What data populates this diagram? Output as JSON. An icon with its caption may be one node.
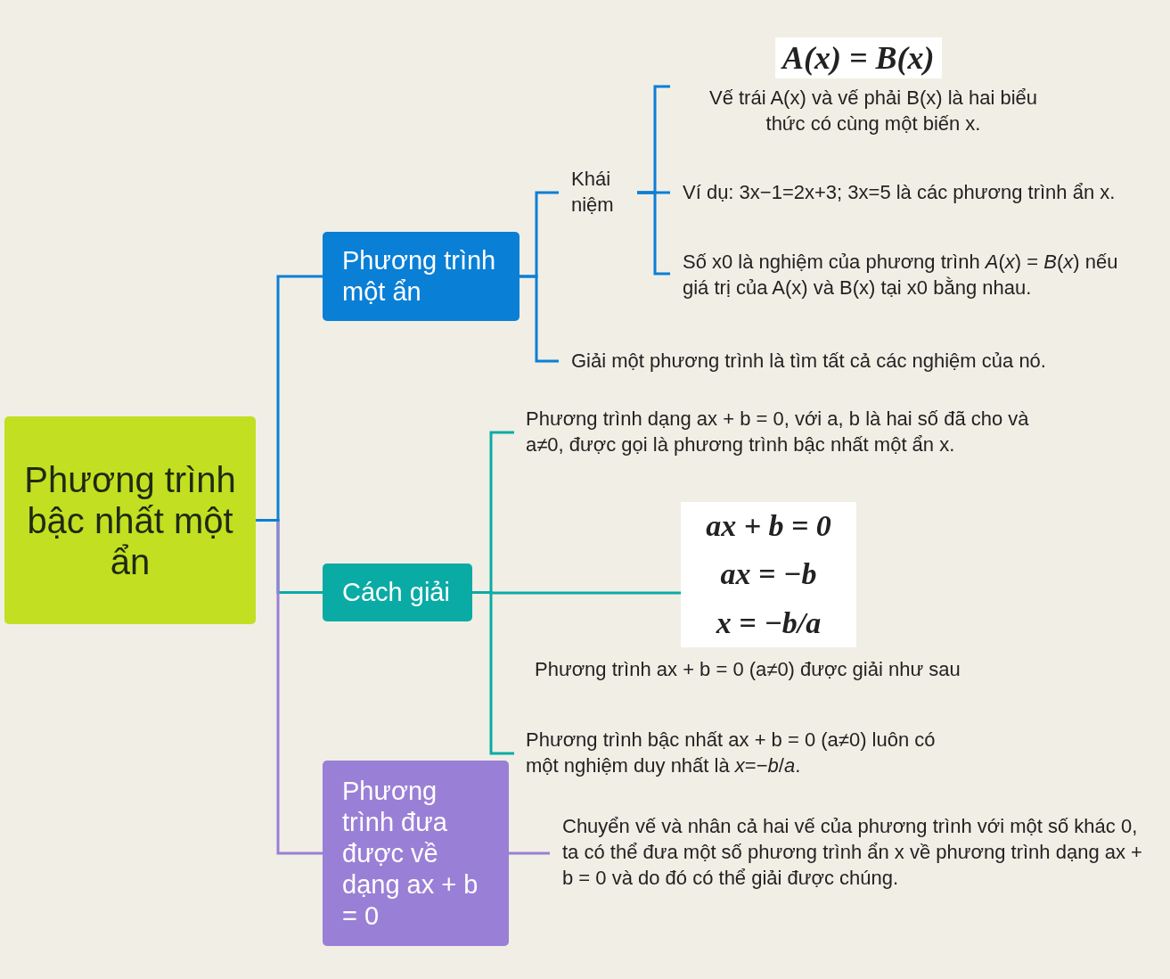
{
  "diagram": {
    "nodes": [
      {
        "text": [
          "Phương trình bậc nhất một ẩn"
        ]
      },
      {
        "text": [
          "Phương trình một ẩn"
        ]
      },
      {
        "text": [
          "Cách giải"
        ]
      },
      {
        "text": [
          "Phương trình đưa được về dạng ax + b = 0"
        ]
      },
      {
        "text": [
          "Khái niệm"
        ]
      },
      {
        "text": [
          "Giải một phương trình là tìm tất cả các nghiệm của nó."
        ]
      },
      {
        "text": [
          "Vế trái A(x) và vế phải B(x) là hai biểu thức có cùng một biến x."
        ]
      },
      {
        "text": [
          "Ví dụ: 3x−1=2x+3; 3x=5 là các phương trình ẩn x."
        ]
      },
      {
        "text": [
          "Số x0 là nghiệm của phương trình *A*(*x*) = *B*(*x*) nếu giá trị của A(x) và B(x) tại x0 bằng nhau."
        ]
      },
      {
        "text": [
          "Phương trình dạng ax + b = 0, với a, b là hai số đã cho và a≠0, được gọi là phương trình bậc nhất một ẩn x."
        ]
      },
      {
        "text": [
          "ax + b = 0",
          "ax = −b",
          "x = −b/a"
        ],
        "beside": [
          "Phương trình ax + b = 0 (a≠0) được giải như sau"
        ]
      },
      {
        "text": [
          "Phương trình bậc nhất ax + b = 0 (a≠0) luôn có một nghiệm duy nhất là *x*=−*b*/*a*."
        ]
      },
      {
        "text": [
          "Chuyển vế và nhân cả hai vế của phương trình với một số khác 0, ta có thể đưa một số phương trình ẩn x về phương trình dạng ax + b = 0 và do đó có thể giải được chúng."
        ]
      }
    ],
    "edges": [
      {
        "from": 0,
        "to": 1,
        "arrow": "none"
      },
      {
        "from": 0,
        "to": 2,
        "arrow": "none",
        "color": "#0aaba5"
      },
      {
        "from": 0,
        "to": 3,
        "arrow": "none",
        "color": "#9a7fd6"
      },
      {
        "from": 1,
        "to": 4,
        "arrow": "none"
      },
      {
        "from": 1,
        "to": 5,
        "arrow": "none"
      },
      {
        "from": 4,
        "to": 6,
        "arrow": "none"
      },
      {
        "from": 4,
        "to": 7,
        "arrow": "none"
      },
      {
        "from": 4,
        "to": 8,
        "arrow": "none"
      },
      {
        "from": 2,
        "to": 9,
        "arrow": "none",
        "color": "#0aaba5"
      },
      {
        "from": 2,
        "to": 10,
        "arrow": "none",
        "color": "#0aaba5"
      },
      {
        "from": 2,
        "to": 11,
        "arrow": "none",
        "color": "#0aaba5"
      },
      {
        "from": 3,
        "to": 12,
        "arrow": "none",
        "color": "#9a7fd6"
      }
    ],
    "labels": [
      "A(x) = B(x)"
    ]
  }
}
